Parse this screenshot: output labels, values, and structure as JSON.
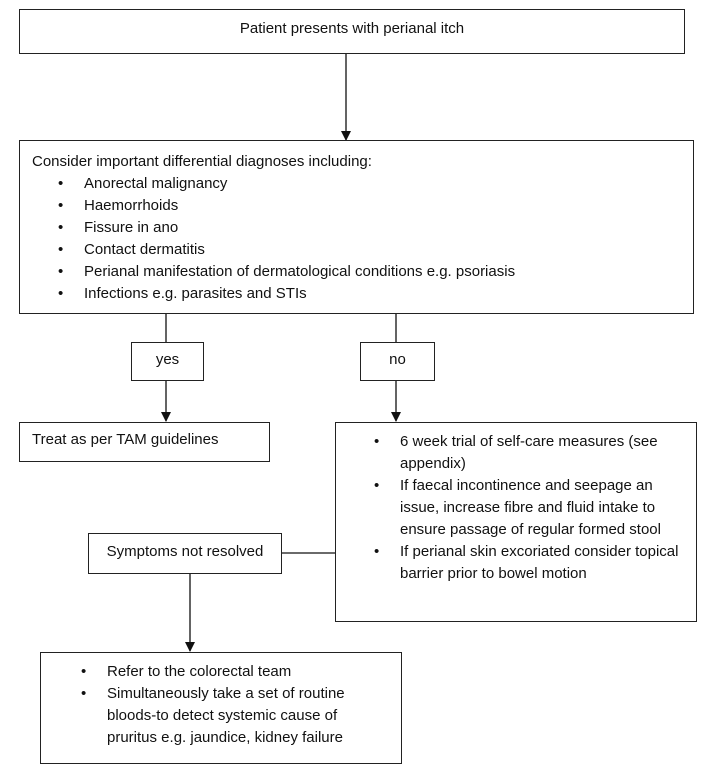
{
  "start": {
    "text": "Patient presents with perianal itch"
  },
  "differential": {
    "heading": "Consider important differential diagnoses including:",
    "items": [
      "Anorectal malignancy",
      "Haemorrhoids",
      "Fissure in ano",
      "Contact dermatitis",
      "Perianal manifestation of dermatological conditions e.g. psoriasis",
      "Infections e.g. parasites and STIs"
    ]
  },
  "branch_yes": {
    "label": "yes"
  },
  "branch_no": {
    "label": "no"
  },
  "treat": {
    "text": "Treat as per TAM guidelines"
  },
  "self_care": {
    "items": [
      "6 week trial of self-care measures (see appendix)",
      "If faecal incontinence and seepage an issue, increase fibre and fluid intake to ensure passage of regular formed stool",
      "If perianal skin excoriated consider topical barrier prior to bowel motion"
    ]
  },
  "not_resolved": {
    "text": "Symptoms not resolved"
  },
  "refer": {
    "items": [
      "Refer to the colorectal team",
      "Simultaneously take a set of routine bloods-to detect systemic cause of pruritus e.g. jaundice, kidney failure"
    ]
  }
}
